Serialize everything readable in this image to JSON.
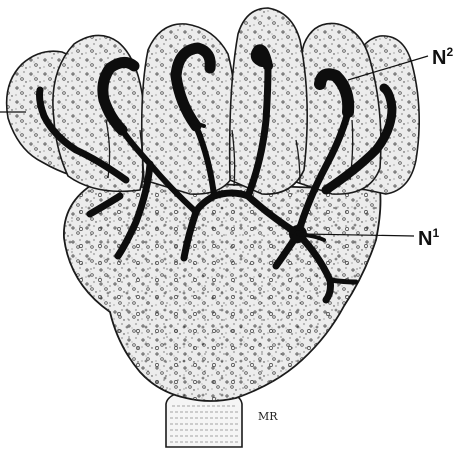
{
  "figure": {
    "labels": {
      "n2_main": "N",
      "n2_sup": "2",
      "n1_main": "N",
      "n1_sup": "1",
      "signature": "MR"
    }
  },
  "colors": {
    "background": "#ffffff",
    "tissue_fill": "#ececec",
    "outline": "#1a1a1a",
    "nerve": "#0d0d0d",
    "stipple": "#3a3a3a"
  }
}
